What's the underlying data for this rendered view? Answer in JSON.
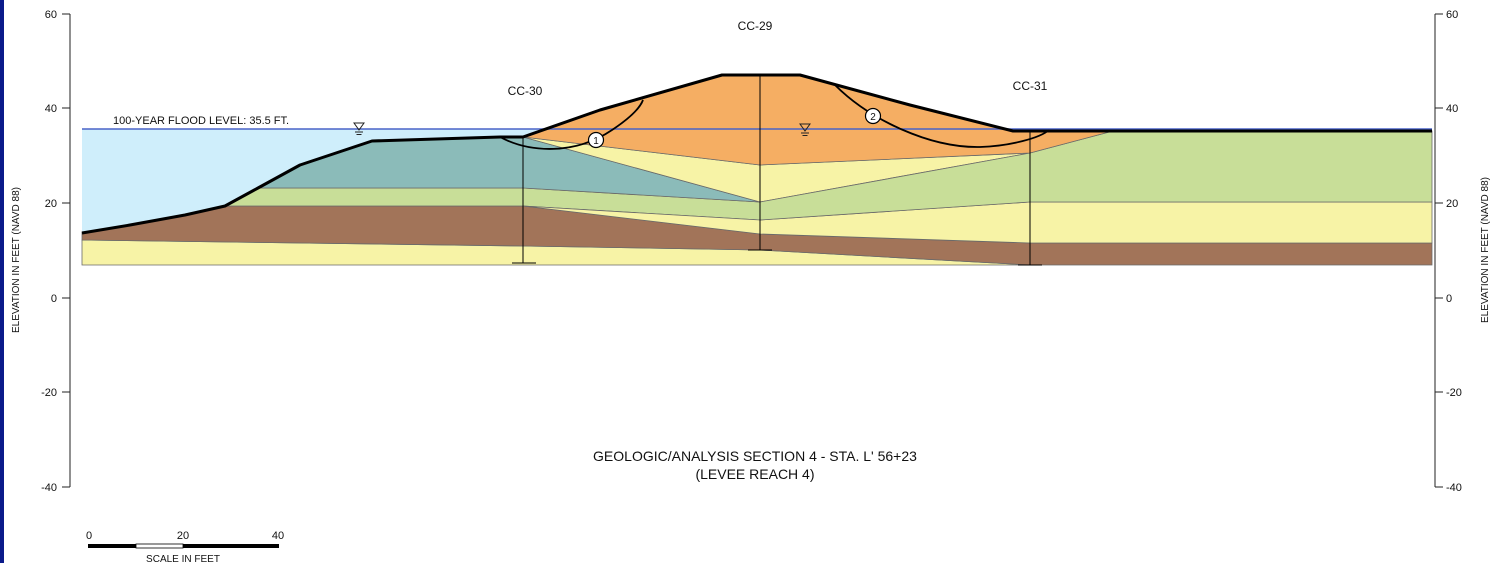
{
  "section_title": "GEOLOGIC/ANALYSIS SECTION 4 - STA. L' 56+23",
  "section_subtitle": "(LEVEE REACH 4)",
  "y_axis_label_left": "ELEVATION IN FEET (NAVD 88)",
  "y_axis_label_right": "ELEVATION IN FEET (NAVD 88)",
  "y_ticks": [
    "60",
    "40",
    "20",
    "0",
    "-20",
    "-40"
  ],
  "flood_level_label": "100-YEAR FLOOD LEVEL:  35.5 FT.",
  "borings": {
    "cc29": "CC-29",
    "cc30": "CC-30",
    "cc31": "CC-31"
  },
  "slip_surfaces": {
    "one": "1",
    "two": "2"
  },
  "scale_bar": {
    "ticks": [
      "0",
      "20",
      "40"
    ],
    "label": "SCALE IN FEET"
  },
  "colors": {
    "water": "#cfeefb",
    "levee_fill": "#f5ae63",
    "yellow_sand": "#f7f3a6",
    "teal_clay": "#8bbbb9",
    "green_layer": "#c8de98",
    "brown_layer": "#a27459",
    "flood_line": "#4a64c8",
    "frame_border": "#0a1a8a"
  }
}
